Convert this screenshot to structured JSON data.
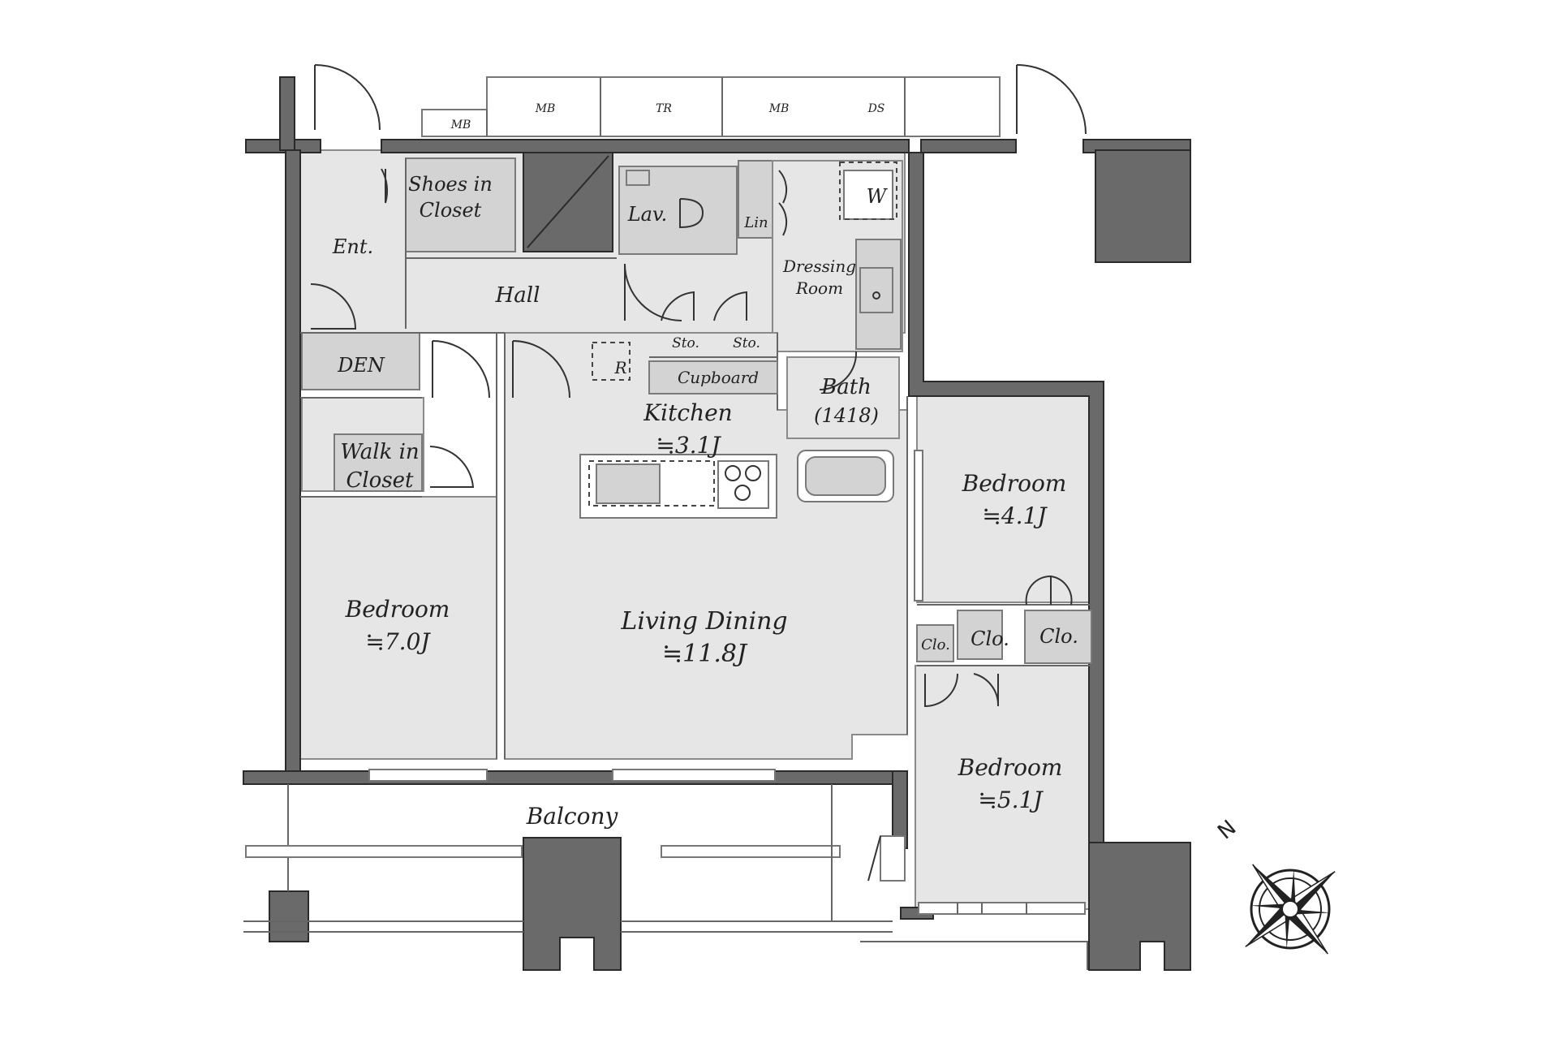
{
  "labels": {
    "meter_mb_1": "MB",
    "meter_mb_2": "MB",
    "meter_tr": "TR",
    "meter_mb_3": "MB",
    "meter_ds": "DS",
    "shoes_closet_1": "Shoes in",
    "shoes_closet_2": "Closet",
    "lav": "Lav.",
    "lin": "Lin",
    "washer": "W",
    "entrance": "Ent.",
    "hall": "Hall",
    "dressing_1": "Dressing",
    "dressing_2": "Room",
    "storage_1": "Sto.",
    "storage_2": "Sto.",
    "den": "DEN",
    "fridge": "R",
    "cupboard": "Cupboard",
    "bath_1": "Bath",
    "bath_2": "(1418)",
    "kitchen_1": "Kitchen",
    "kitchen_2": "≒3.1J",
    "walkin_1": "Walk in",
    "walkin_2": "Closet",
    "bedroom_e_1": "Bedroom",
    "bedroom_e_2": "≒4.1J",
    "bedroom_w_1": "Bedroom",
    "bedroom_w_2": "≒7.0J",
    "living_1": "Living Dining",
    "living_2": "≒11.8J",
    "closet_small": "Clo.",
    "closet_a": "Clo.",
    "closet_b": "Clo.",
    "bedroom_s_1": "Bedroom",
    "bedroom_s_2": "≒5.1J",
    "balcony": "Balcony",
    "compass_north": "N"
  },
  "colors": {
    "wall": "#6a6a6a",
    "room": "#e6e6e6",
    "fixture": "#d3d3d3",
    "background": "#ffffff"
  }
}
